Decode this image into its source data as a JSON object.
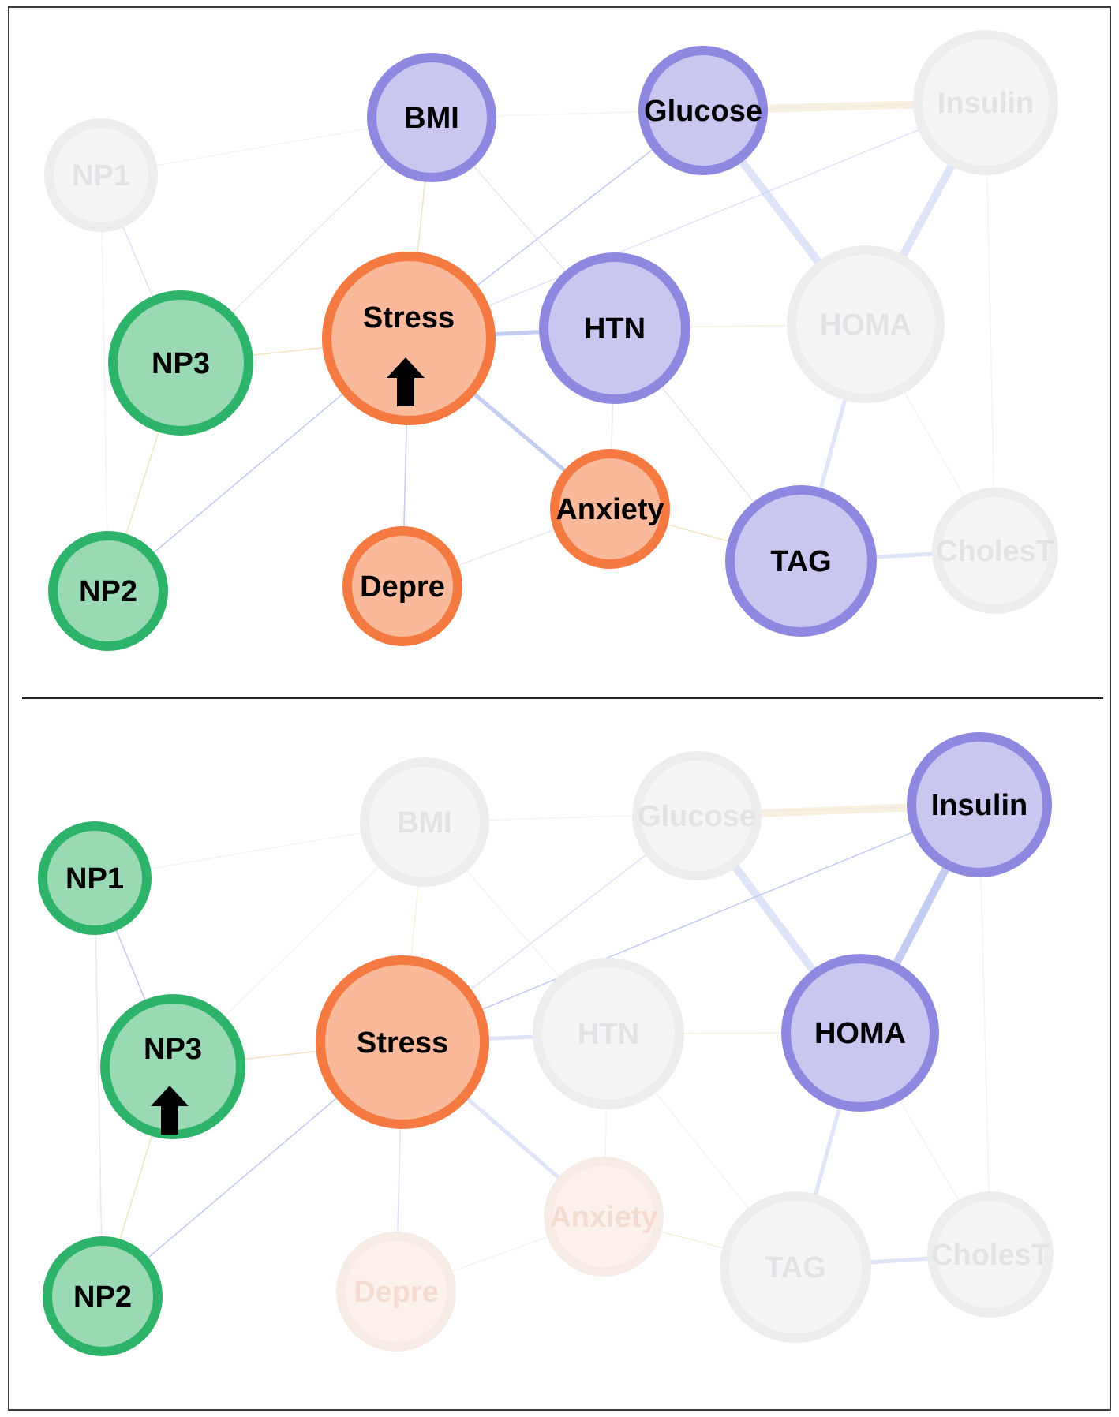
{
  "colors": {
    "green_fill": "#99d9b4",
    "green_stroke": "#2eb36a",
    "orange_fill": "#f9b99a",
    "orange_stroke": "#f47a42",
    "purple_fill": "#c9c6ef",
    "purple_stroke": "#8f88e0",
    "faded_fill": "#f5f5f7",
    "faded_stroke": "#ededee",
    "faded_text": "#e3e3e6",
    "faded_orange_fill": "#fdf1ec",
    "faded_orange_stroke": "#f7ebe6",
    "faded_orange_text": "#f4dcd1",
    "edge_blue": "#b9c4ef",
    "edge_yellow": "#f0e1b8",
    "edge_gray": "#e6e6e6"
  },
  "panels": [
    {
      "id": "top",
      "nodes": [
        {
          "id": "NP1",
          "label": "NP1",
          "group": "green",
          "active": false
        },
        {
          "id": "BMI",
          "label": "BMI",
          "group": "purple",
          "active": true
        },
        {
          "id": "Glucose",
          "label": "Glucose",
          "group": "purple",
          "active": true
        },
        {
          "id": "Insulin",
          "label": "Insulin",
          "group": "purple",
          "active": false
        },
        {
          "id": "NP3",
          "label": "NP3",
          "group": "green",
          "active": true
        },
        {
          "id": "Stress",
          "label": "Stress",
          "group": "orange",
          "active": true,
          "arrow": "up"
        },
        {
          "id": "HTN",
          "label": "HTN",
          "group": "purple",
          "active": true
        },
        {
          "id": "HOMA",
          "label": "HOMA",
          "group": "purple",
          "active": false
        },
        {
          "id": "Anxiety",
          "label": "Anxiety",
          "group": "orange",
          "active": true
        },
        {
          "id": "NP2",
          "label": "NP2",
          "group": "green",
          "active": true
        },
        {
          "id": "Depre",
          "label": "Depre",
          "group": "orange",
          "active": true
        },
        {
          "id": "TAG",
          "label": "TAG",
          "group": "purple",
          "active": true
        },
        {
          "id": "CholesT",
          "label": "CholesT",
          "group": "purple",
          "active": false
        }
      ]
    },
    {
      "id": "bottom",
      "nodes": [
        {
          "id": "BMI",
          "label": "BMI",
          "group": "purple",
          "active": false
        },
        {
          "id": "Glucose",
          "label": "Glucose",
          "group": "purple",
          "active": false
        },
        {
          "id": "Insulin",
          "label": "Insulin",
          "group": "purple",
          "active": true
        },
        {
          "id": "NP1",
          "label": "NP1",
          "group": "green",
          "active": true
        },
        {
          "id": "NP3",
          "label": "NP3",
          "group": "green",
          "active": true,
          "arrow": "up"
        },
        {
          "id": "Stress",
          "label": "Stress",
          "group": "orange",
          "active": true
        },
        {
          "id": "HTN",
          "label": "HTN",
          "group": "purple",
          "active": false
        },
        {
          "id": "HOMA",
          "label": "HOMA",
          "group": "purple",
          "active": true
        },
        {
          "id": "Anxiety",
          "label": "Anxiety",
          "group": "orange",
          "active": false
        },
        {
          "id": "NP2",
          "label": "NP2",
          "group": "green",
          "active": true
        },
        {
          "id": "Depre",
          "label": "Depre",
          "group": "orange",
          "active": false
        },
        {
          "id": "TAG",
          "label": "TAG",
          "group": "purple",
          "active": false
        },
        {
          "id": "CholesT",
          "label": "CholesT",
          "group": "purple",
          "active": false
        }
      ]
    }
  ],
  "edges": [
    {
      "from": "Glucose",
      "to": "Insulin",
      "color": "yellow",
      "weight": "strong"
    },
    {
      "from": "Glucose",
      "to": "HOMA",
      "color": "blue",
      "weight": "strong"
    },
    {
      "from": "Insulin",
      "to": "HOMA",
      "color": "blue",
      "weight": "strong"
    },
    {
      "from": "HOMA",
      "to": "TAG",
      "color": "blue",
      "weight": "medium"
    },
    {
      "from": "TAG",
      "to": "CholesT",
      "color": "blue",
      "weight": "medium"
    },
    {
      "from": "Stress",
      "to": "Anxiety",
      "color": "blue",
      "weight": "medium"
    },
    {
      "from": "Stress",
      "to": "HTN",
      "color": "blue",
      "weight": "medium"
    },
    {
      "from": "Stress",
      "to": "Glucose",
      "color": "blue",
      "weight": "thin"
    },
    {
      "from": "Stress",
      "to": "Insulin",
      "color": "blue",
      "weight": "thin"
    },
    {
      "from": "Stress",
      "to": "BMI",
      "color": "yellow",
      "weight": "thin"
    },
    {
      "from": "Stress",
      "to": "NP3",
      "color": "yellow",
      "weight": "thin"
    },
    {
      "from": "Stress",
      "to": "Depre",
      "color": "blue",
      "weight": "thin"
    },
    {
      "from": "Stress",
      "to": "NP2",
      "color": "blue",
      "weight": "thin"
    },
    {
      "from": "Anxiety",
      "to": "TAG",
      "color": "yellow",
      "weight": "thin"
    },
    {
      "from": "Anxiety",
      "to": "Depre",
      "color": "gray",
      "weight": "thin"
    },
    {
      "from": "Anxiety",
      "to": "HTN",
      "color": "gray",
      "weight": "thin"
    },
    {
      "from": "HTN",
      "to": "HOMA",
      "color": "yellow",
      "weight": "thin"
    },
    {
      "from": "HTN",
      "to": "TAG",
      "color": "gray",
      "weight": "thin"
    },
    {
      "from": "BMI",
      "to": "HTN",
      "color": "gray",
      "weight": "thin"
    },
    {
      "from": "BMI",
      "to": "NP1",
      "color": "gray",
      "weight": "thin"
    },
    {
      "from": "NP1",
      "to": "NP3",
      "color": "blue",
      "weight": "thin"
    },
    {
      "from": "NP1",
      "to": "NP2",
      "color": "gray",
      "weight": "thin"
    },
    {
      "from": "NP3",
      "to": "NP2",
      "color": "yellow",
      "weight": "thin"
    },
    {
      "from": "NP3",
      "to": "BMI",
      "color": "gray",
      "weight": "thin"
    },
    {
      "from": "Insulin",
      "to": "CholesT",
      "color": "gray",
      "weight": "thin"
    },
    {
      "from": "HOMA",
      "to": "CholesT",
      "color": "gray",
      "weight": "thin"
    },
    {
      "from": "BMI",
      "to": "Insulin",
      "color": "gray",
      "weight": "thin"
    }
  ]
}
